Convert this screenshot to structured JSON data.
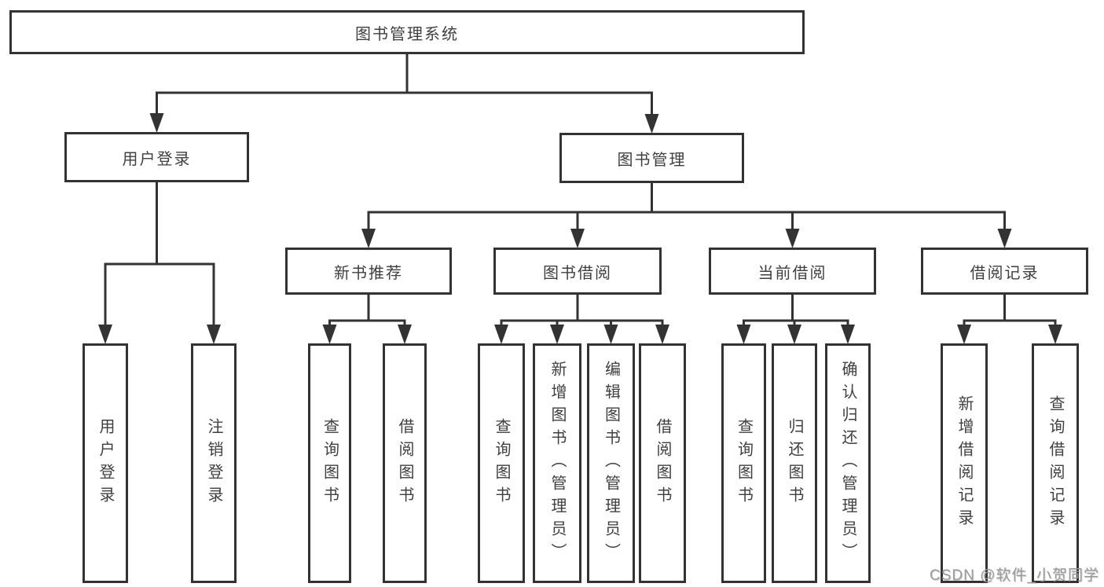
{
  "diagram_title": "图书管理系统",
  "colors": {
    "line": "#333333",
    "box_border": "#333333",
    "text": "#3f3f3f",
    "watermark": "#9b9b9b",
    "background": "#ffffff"
  },
  "tree": {
    "label": "图书管理系统",
    "children": [
      {
        "label": "用户登录",
        "children": [
          {
            "label": "用户登录"
          },
          {
            "label": "注销登录"
          }
        ]
      },
      {
        "label": "图书管理",
        "children": [
          {
            "label": "新书推荐",
            "children": [
              {
                "label": "查询图书"
              },
              {
                "label": "借阅图书"
              }
            ]
          },
          {
            "label": "图书借阅",
            "children": [
              {
                "label": "查询图书"
              },
              {
                "label": "新增图书（管理员）"
              },
              {
                "label": "编辑图书（管理员）"
              },
              {
                "label": "借阅图书"
              }
            ]
          },
          {
            "label": "当前借阅",
            "children": [
              {
                "label": "查询图书"
              },
              {
                "label": "归还图书"
              },
              {
                "label": "确认归还（管理员）"
              }
            ]
          },
          {
            "label": "借阅记录",
            "children": [
              {
                "label": "新增借阅记录"
              },
              {
                "label": "查询借阅记录"
              }
            ]
          }
        ]
      }
    ]
  },
  "watermark": {
    "text": "CSDN @软件_小贺同学"
  }
}
